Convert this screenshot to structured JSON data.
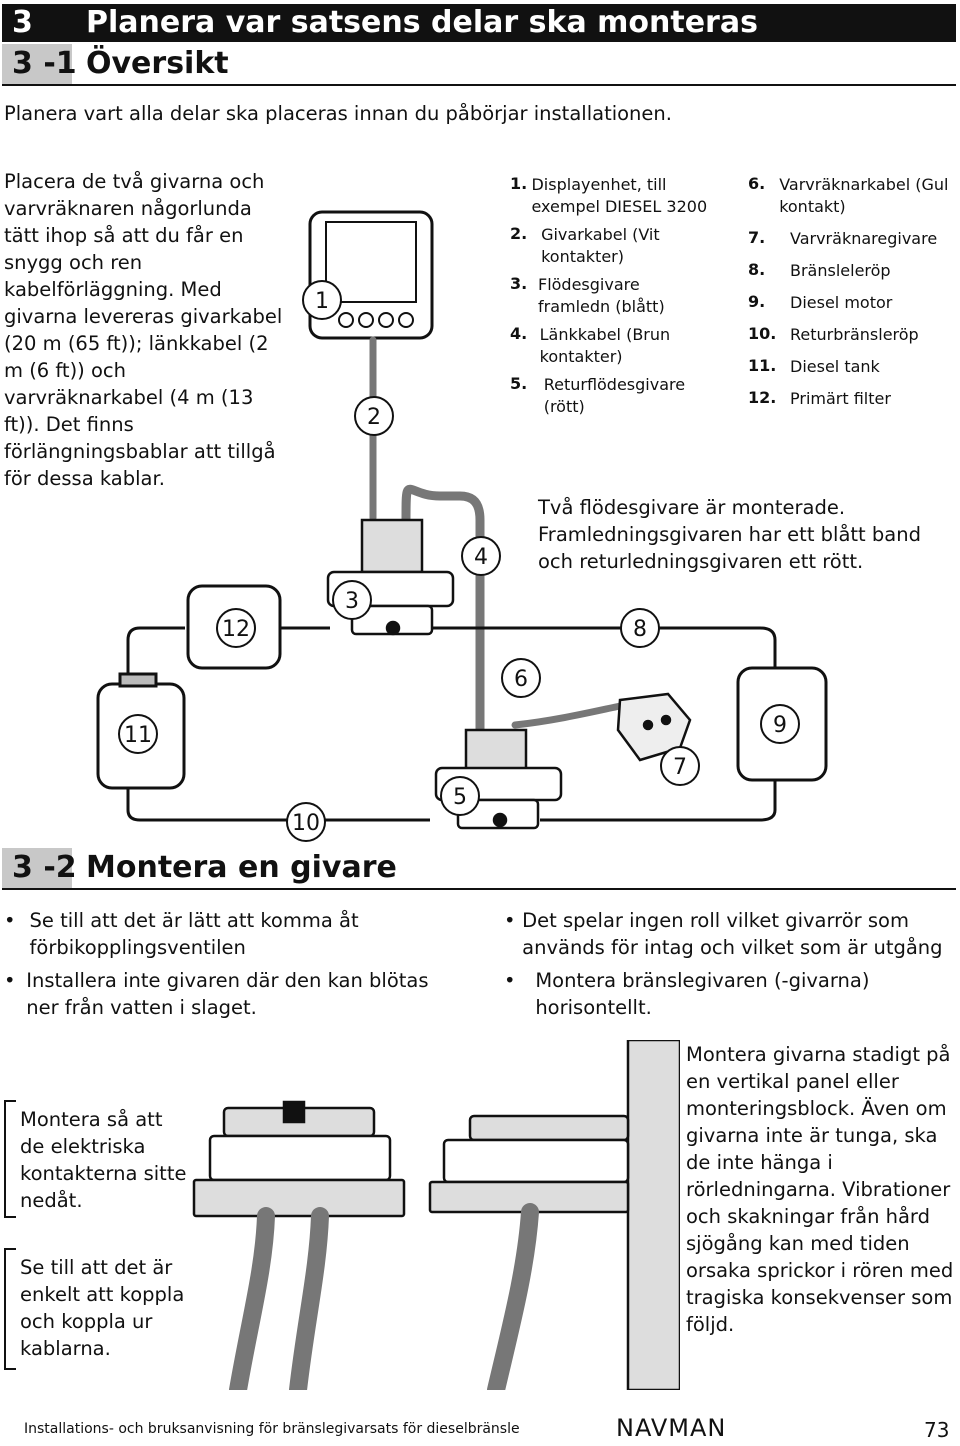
{
  "section": {
    "number": "3",
    "title": "Planera var satsens delar ska monteras"
  },
  "sub1": {
    "number": "3",
    "suffix": "-1",
    "title": "Översikt"
  },
  "intro": "Planera vart alla delar ska placeras innan du påbörjar installationen.",
  "left_paragraph": "Placera de två givarna och varvräknaren någorlunda tätt ihop så att du får en snygg och ren kabelförläggning. Med givarna levereras givarkabel (20 m (65 ft)); länkkabel (2 m (6 ft)) och varvräknarkabel (4 m (13 ft)). Det finns förlängningsbablar att tillgå för dessa kablar.",
  "legend_a": [
    {
      "num": "1.",
      "text": "Displayenhet, till exempel DIESEL 3200"
    },
    {
      "num": "2.",
      "text": "Givarkabel (Vit kontakter)"
    },
    {
      "num": "3.",
      "text": "Flödesgivare framledn (blått)"
    },
    {
      "num": "4.",
      "text": "Länkkabel (Brun kontakter)"
    },
    {
      "num": "5.",
      "text": "Returflödesgivare (rött)"
    }
  ],
  "legend_b": [
    {
      "num": "6.",
      "text": "Varvräknarkabel (Gul kontakt)"
    },
    {
      "num": "7.",
      "text": "Varvräknaregivare"
    },
    {
      "num": "8.",
      "text": "Bränsleleröр"
    },
    {
      "num": "9.",
      "text": "Diesel motor"
    },
    {
      "num": "10.",
      "text": "Returbränsleröр"
    },
    {
      "num": "11.",
      "text": "Diesel tank"
    },
    {
      "num": "12.",
      "text": "Primärt filter"
    }
  ],
  "diagram_note": "Två flödesgivare är monterade. Framledningsgivaren har ett blått band och returledningsgivaren ett rött.",
  "callouts": [
    "1",
    "2",
    "3",
    "4",
    "5",
    "6",
    "7",
    "8",
    "9",
    "10",
    "11",
    "12"
  ],
  "sub2": {
    "number": "3",
    "suffix": "-2",
    "title": "Montera en givare"
  },
  "bullets_left": [
    "Se till att det är lätt att komma åt förbikopplingsventilen",
    "Installera inte givaren där den kan blötas ner från vatten i slaget."
  ],
  "bullets_right": [
    "Det spelar ingen roll vilket givarrör som används för intag och vilket som är utgång",
    "Montera bränslegivaren (-givarna) horisontellt."
  ],
  "caption_a": "Montera så att de elektriska kontakterna sitte nedåt.",
  "caption_b": "Se till att det är enkelt att koppla och koppla ur kablarna.",
  "caption_right": "Montera givarna stadigt på en vertikal panel eller monteringsblock. Även om givarna inte är tunga, ska de inte hänga i rörledningarna. Vibrationer och skakningar från hård sjögång kan med tiden orsaka sprickor i rören med tragiska konsekvenser som följd.",
  "footer": {
    "manual": "Installations- och bruksanvisning för bränslegivarsats för dieselbränsle",
    "brand": "NAVMAN",
    "page": "73"
  }
}
